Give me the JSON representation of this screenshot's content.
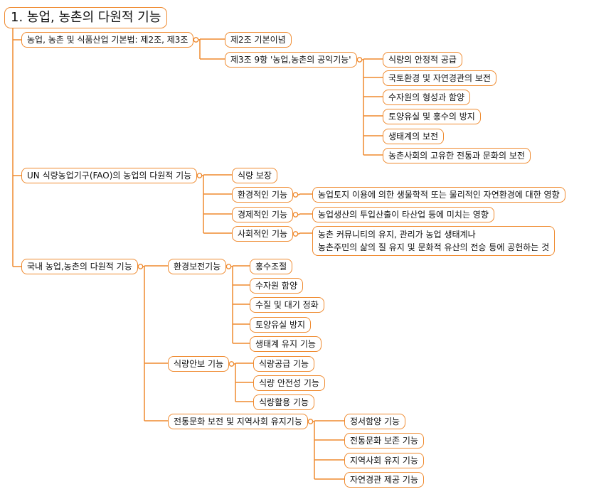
{
  "title": "1. 농업, 농촌의 다원적 기능",
  "branches": {
    "law": {
      "label": "농업, 농촌 및 식품산업 기본법: 제2조, 제3조",
      "art2": "제2조 기본이념",
      "art3": {
        "label": "제3조 9항 '농업,농촌의 공익기능'",
        "items": [
          "식량의 안정적 공급",
          "국토환경 및 자연경관의 보전",
          "수자원의 형성과 함양",
          "토양유실 및 홍수의 방지",
          "생태계의 보전",
          "농촌사회의 고유한 전통과 문화의 보전"
        ]
      }
    },
    "fao": {
      "label": "UN 식량농업기구(FAO)의 농업의 다원적 기능",
      "food": "식량 보장",
      "env": {
        "label": "환경적인 기능",
        "detail": "농업토지 이용에 의한 생물학적 또는 물리적인 자연환경에 대한 영향"
      },
      "econ": {
        "label": "경제적인 기능",
        "detail": "농업생산의 투입산출이 타산업 등에 미치는 영향"
      },
      "social": {
        "label": "사회적인 기능",
        "detail": "농촌 커뮤니티의 유지, 관리가 농업 생태계나\n농촌주민의 삶의 질 유지 및 문화적 유산의 전승 등에 공헌하는 것"
      }
    },
    "domestic": {
      "label": "국내 농업,농촌의 다원적 기능",
      "env": {
        "label": "환경보전기능",
        "items": [
          "홍수조절",
          "수자원 함양",
          "수질 및 대기 정화",
          "토양유실 방지",
          "생태계 유지 기능"
        ]
      },
      "food": {
        "label": "식량안보 기능",
        "items": [
          "식량공급 기능",
          "식량 안전성 기능",
          "식량활용 기능"
        ]
      },
      "culture": {
        "label": "전통문화 보전 및 지역사회 유지기능",
        "items": [
          "정서함양 기능",
          "전통문화 보존 기능",
          "지역사회 유지 기능",
          "자연경관 제공 기능"
        ]
      }
    }
  }
}
